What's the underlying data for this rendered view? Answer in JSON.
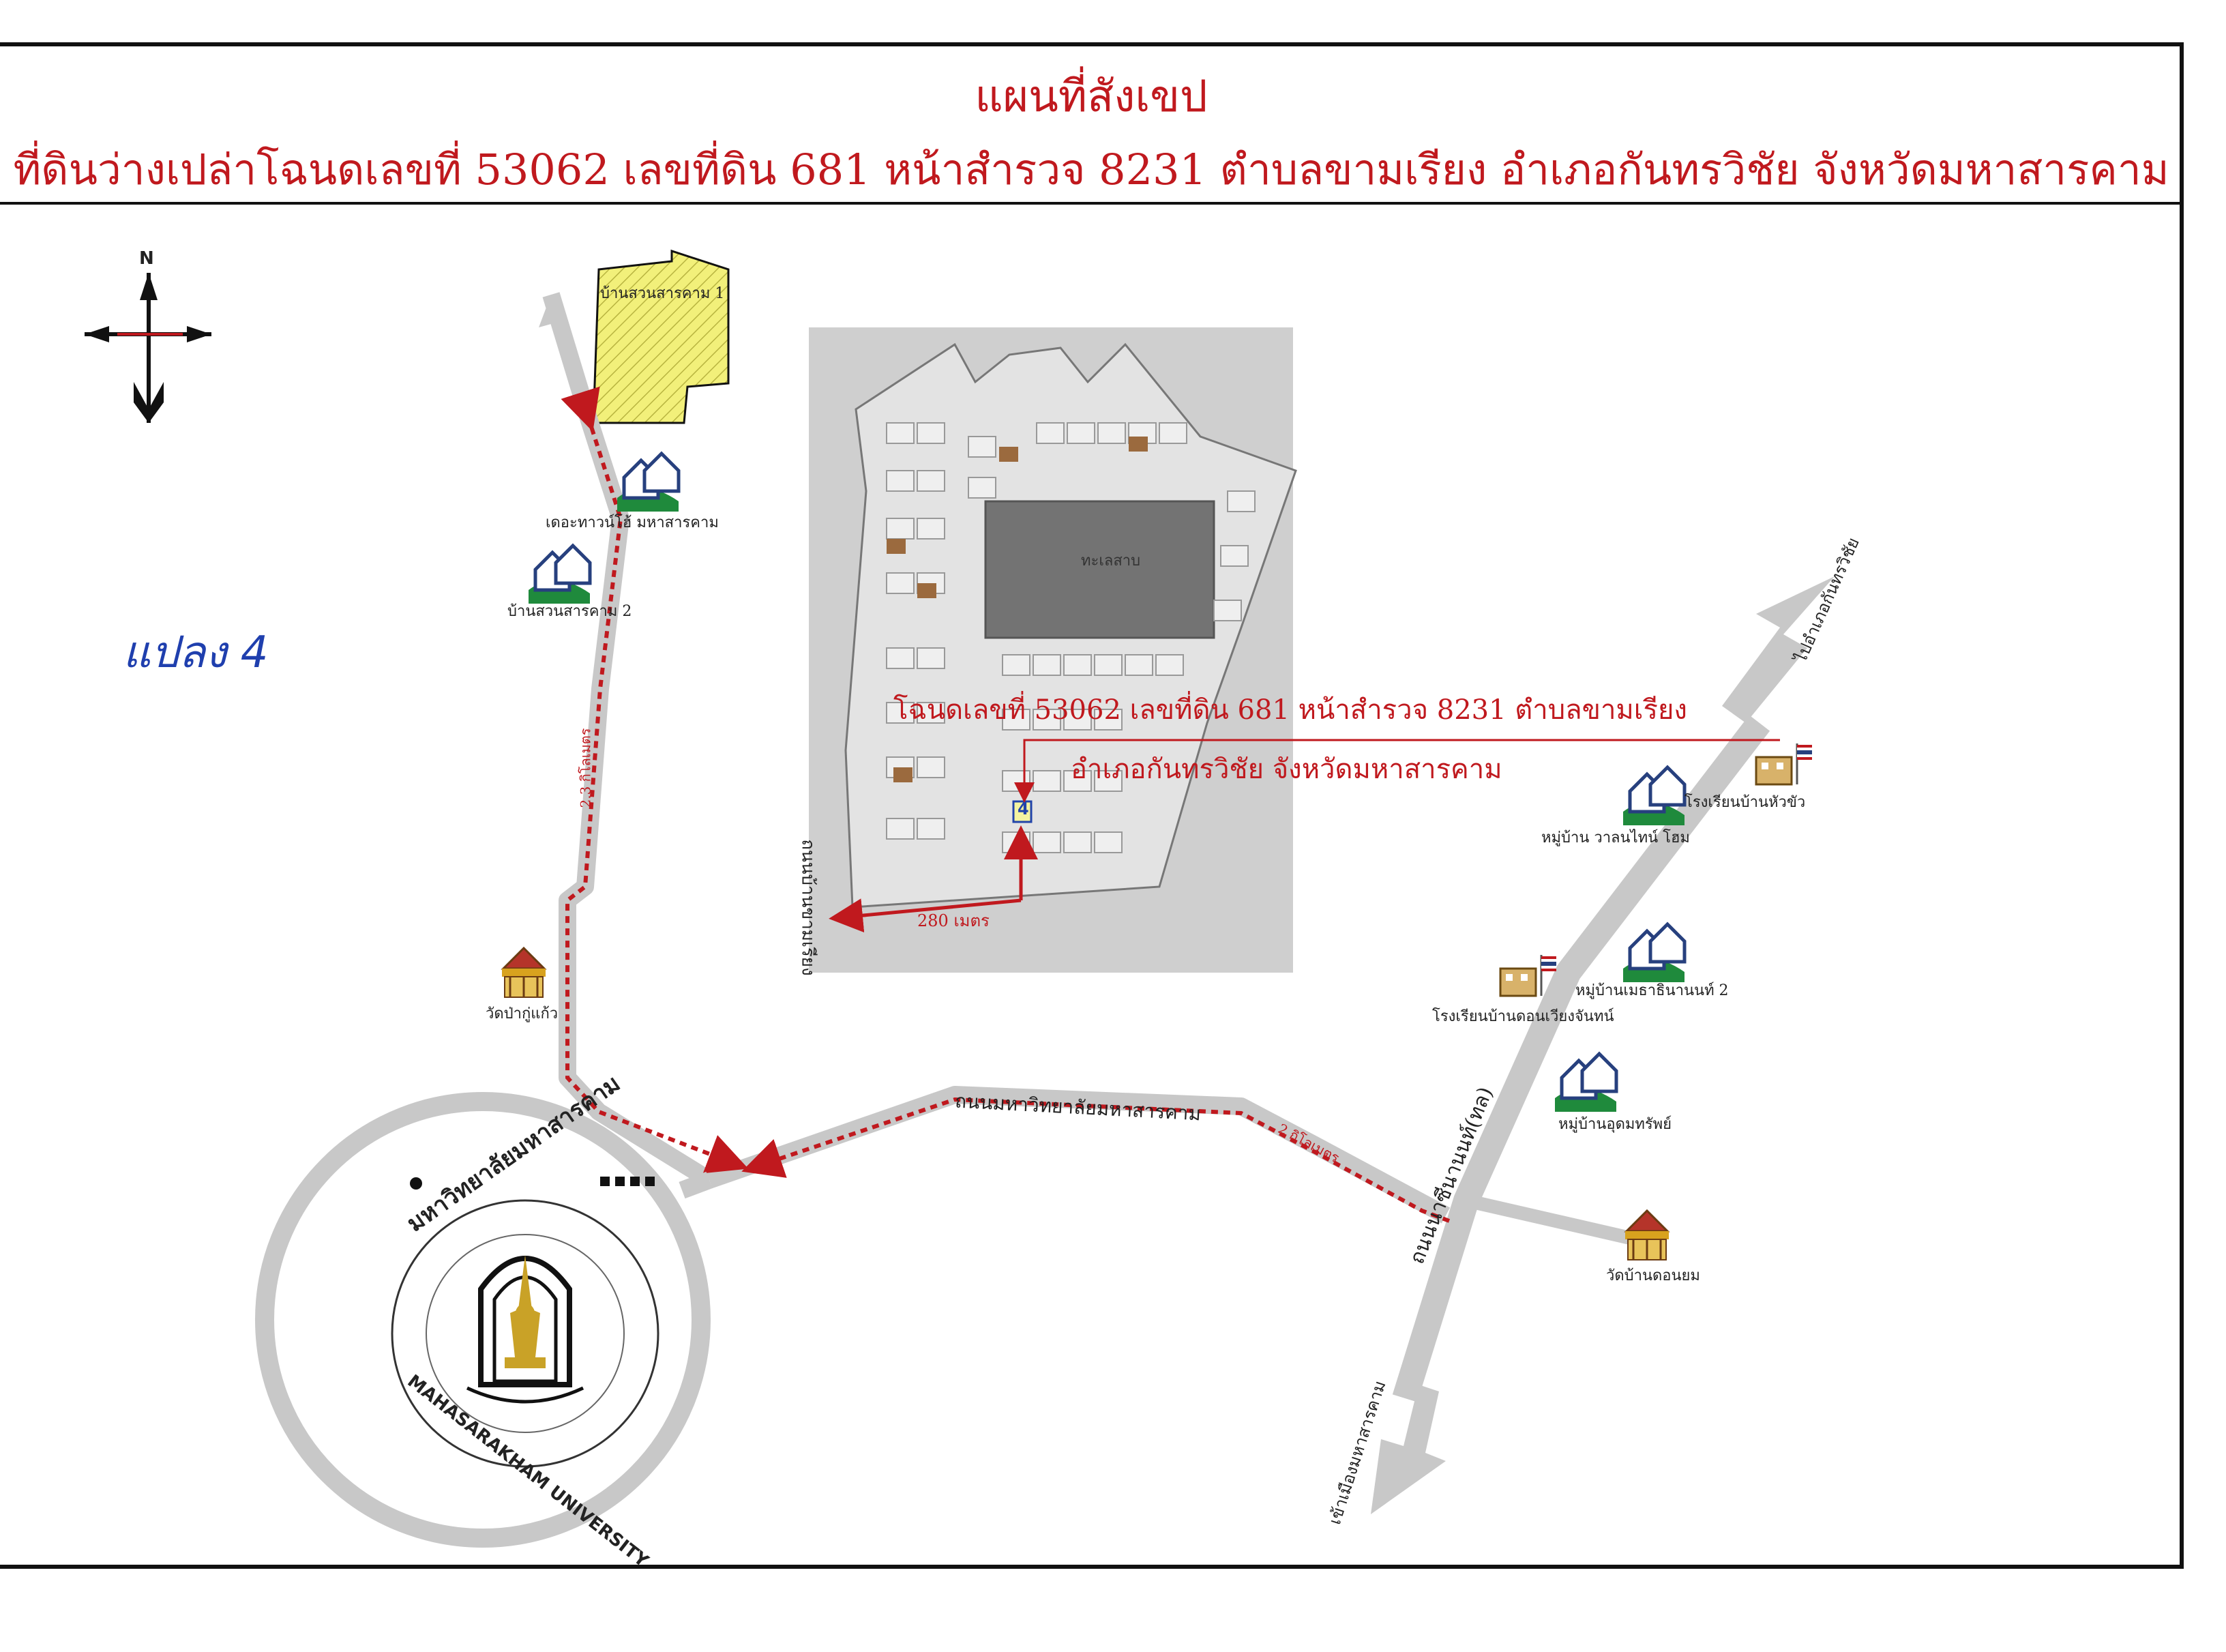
{
  "title": {
    "line1": "แผนที่สังเขป",
    "line2": "ที่ดินว่างเปล่าโฉนดเลขที่ 53062 เลขที่ดิน 681 หน้าสำรวจ 8231 ตำบลขามเรียง อำเภอกันทรวิชัย จังหวัดมหาสารคาม"
  },
  "compass": {
    "north_label": "N"
  },
  "handwritten_note": "แปลง 4",
  "landmarks": {
    "housing_1": "บ้านสวนสารคาม 1",
    "housing_ditty": "เดอะทาวน์โฮ้ มหาสารคาม",
    "housing_2": "บ้านสวนสารคาม 2",
    "temple_pagukaew": "วัดป่ากู่แก้ว",
    "school_huakhua": "โรงเรียนบ้านหัวขัว",
    "village_wallop": "หมู่บ้าน วาลนไทน์ โฮม",
    "village_metta": "หมู่บ้านเมธาธินานนท์ 2",
    "school_donwiang": "โรงเรียนบ้านดอนเวียงจันทน์",
    "village_udom": "หมู่บ้านอุดมทรัพย์",
    "temple_donyom": "วัดบ้านดอนยม"
  },
  "roads": {
    "university_road": "ถนนมหาวิทยาลัยมหาสารคาม",
    "highway": "ถนนนาซีนานนท์(ทล)",
    "to_kantharawichai": "ไปอำเภอกันทรวิชัย",
    "to_city": "เข้าเมืองมหาสารคาม",
    "side_road": "ถนนบ้านขามเรียง"
  },
  "distances": {
    "north_segment": "2.3 กิโลเมตร",
    "east_segment": "2 กิโลเมตร",
    "parcel_offset": "280 เมตร"
  },
  "parcel": {
    "callout_line1": "โฉนดเลขที่ 53062 เลขที่ดิน 681 หน้าสำรวจ 8231 ตำบลขามเรียง",
    "callout_line2": "อำเภอกันทรวิชัย จังหวัดมหาสารคาม",
    "pond_label": "ทะเลสาบ",
    "plot_number": "4"
  },
  "university": {
    "thai_name": "มหาวิทยาลัยมหาสารคาม",
    "english_name": "MAHASARAKHAM UNIVERSITY"
  },
  "colors": {
    "title_red": "#c0191e",
    "road_gray": "#c8c8c8",
    "route_red": "#c0191e",
    "housing_yellow": "#f2f07a",
    "logo_gold": "#c9a227"
  }
}
